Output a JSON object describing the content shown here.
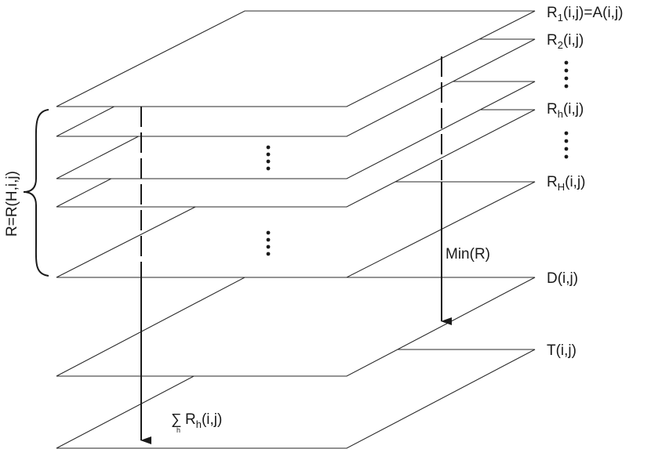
{
  "labels": {
    "r1": {
      "main": "R",
      "sub": "1",
      "tail": "(i,j)=A(i,j)"
    },
    "r2": {
      "main": "R",
      "sub": "2",
      "tail": "(i,j)"
    },
    "rh": {
      "main": "R",
      "sub": "h",
      "tail": "(i,j)"
    },
    "rH": {
      "main": "R",
      "sub": "H",
      "tail": "(i,j)"
    },
    "d": "D(i,j)",
    "t": "T(i,j)",
    "min": "Min(R)",
    "group": "R=R(H,i,j)",
    "sum": {
      "symbol": "∑",
      "index": "h",
      "main": "R",
      "sub": "h",
      "tail": "(i,j)"
    }
  }
}
